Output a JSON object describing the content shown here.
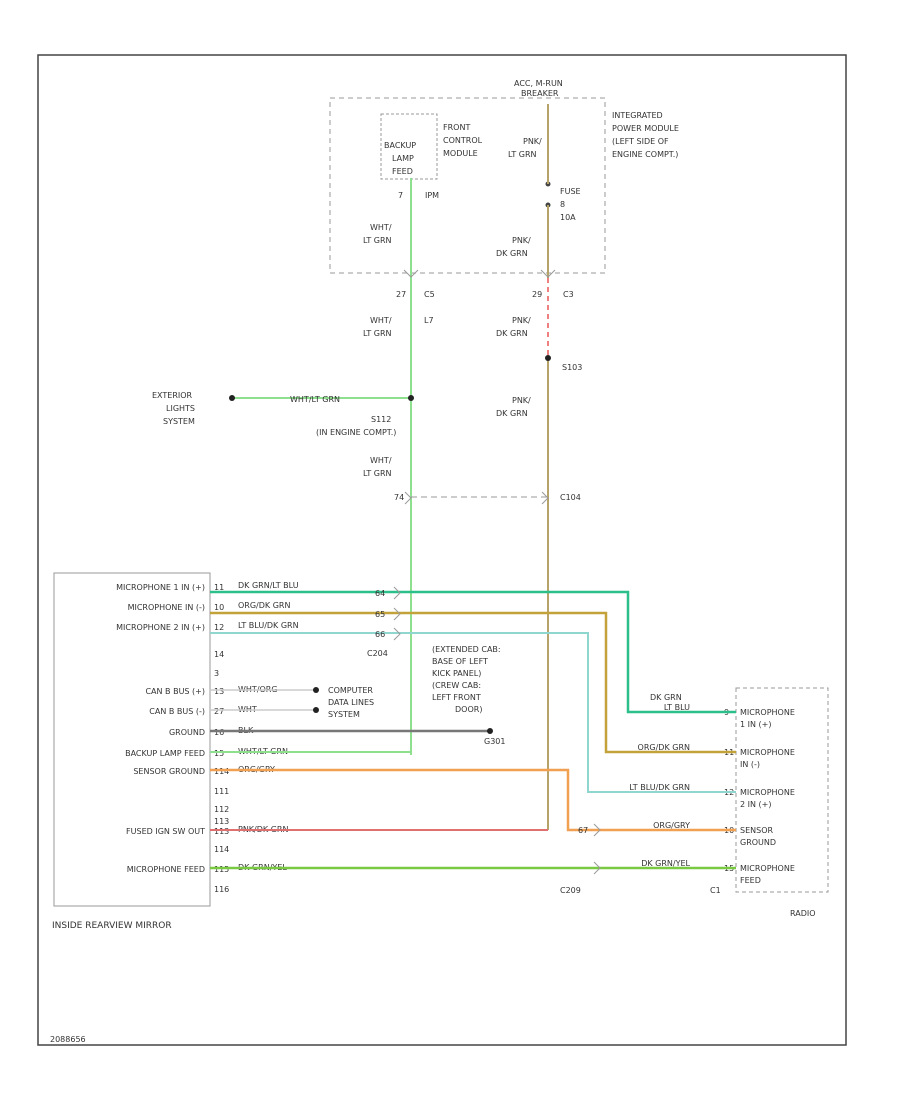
{
  "colors": {
    "frame": "#444444",
    "dash": "#999999",
    "lt_grn": "#8ee08e",
    "pnk_dk_grn": "#b5a36a",
    "red_dash": "#f08080",
    "dk_grn_lt_blu": "#2bbf8a",
    "lt_blu_dk_grn": "#8fd6cf",
    "org_dk_grn": "#c4a23a",
    "org_gry": "#f0a050",
    "pnk_dk_grn2": "#e07070",
    "dk_grn_yel": "#7ac943",
    "gry_wht": "#777777",
    "white": "#cccccc",
    "teal": "#20b2aa"
  },
  "ipm": {
    "top_label": [
      "ACC, M-RUN",
      "BREAKER"
    ],
    "module_label": [
      "INTEGRATED",
      "POWER MODULE",
      "(LEFT SIDE OF",
      "ENGINE COMPT.)"
    ],
    "fcm_label": [
      "FRONT",
      "CONTROL",
      "MODULE"
    ],
    "relay_label": [
      "BACKUP",
      "LAMP",
      "FEED"
    ],
    "relay_pin": "7",
    "relay_pin2": "IPM",
    "fuse_label": [
      "FUSE",
      "8",
      "10A"
    ],
    "wire_pnk_lt_grn": [
      "PNK/",
      "LT GRN"
    ],
    "wire_wht_lt_grn_1": [
      "WHT/",
      "LT GRN"
    ],
    "wire_pnk_dk_grn_1": [
      "PNK/",
      "DK GRN"
    ]
  },
  "connectors": {
    "c5_pin": "27",
    "c5": "C5",
    "c3_pin": "29",
    "c3": "C3",
    "s103": "S103",
    "s112": [
      "S112",
      "(IN ENGINE COMPT.)"
    ],
    "l7": "L7",
    "c104_pin": "74",
    "c104": "C104",
    "c204": "C204",
    "c209": "C209",
    "c3_radio": "C1"
  },
  "wires": {
    "wht_lt_grn_2": [
      "WHT/",
      "LT GRN"
    ],
    "pnk_dk_grn_2": [
      "PNK/",
      "DK GRN"
    ],
    "pnk_dk_grn_3": [
      "PNK/",
      "DK GRN"
    ],
    "wht_lt_grn_3": [
      "WHT/",
      "LT GRN"
    ],
    "wht_lt_grn_ext": "WHT/LT GRN"
  },
  "exterior": [
    "EXTERIOR",
    "LIGHTS",
    "SYSTEM"
  ],
  "mirror": {
    "title": "INSIDE REARVIEW MIRROR",
    "pins": [
      {
        "label": "MICROPHONE 1 IN (+)",
        "pin": "11",
        "wire": "DK GRN/LT BLU",
        "color": "#2bbf8a"
      },
      {
        "label": "MICROPHONE IN (-)",
        "pin": "10",
        "wire": "ORG/DK GRN",
        "color": "#c4a23a"
      },
      {
        "label": "MICROPHONE 2 IN (+)",
        "pin": "12",
        "wire": "LT BLU/DK GRN",
        "color": "#8fd6cf"
      },
      {
        "label": "",
        "pin": "14",
        "wire": "",
        "color": ""
      },
      {
        "label": "",
        "pin": "3",
        "wire": "",
        "color": ""
      },
      {
        "label": "CAN B BUS (+)",
        "pin": "13",
        "wire": "WHT/ORG",
        "color": "#cccccc"
      },
      {
        "label": "CAN B BUS (-)",
        "pin": "27",
        "wire": "WHT",
        "color": "#cccccc"
      },
      {
        "label": "GROUND",
        "pin": "16",
        "wire": "BLK",
        "color": "#777777"
      },
      {
        "label": "BACKUP LAMP FEED",
        "pin": "15",
        "wire": "WHT/LT GRN",
        "color": "#8ee08e"
      },
      {
        "label": "SENSOR GROUND",
        "pin": "114",
        "wire": "ORG/GRY",
        "color": "#f0a050"
      },
      {
        "label": "",
        "pin": "111",
        "wire": "",
        "color": ""
      },
      {
        "label": "",
        "pin": "112",
        "wire": "",
        "color": ""
      },
      {
        "label": "",
        "pin": "113",
        "wire": "",
        "color": ""
      },
      {
        "label": "FUSED IGN SW OUT",
        "pin": "113",
        "wire": "PNK/DK GRN",
        "color": "#e07070"
      },
      {
        "label": "",
        "pin": "114",
        "wire": "",
        "color": ""
      },
      {
        "label": "MICROPHONE FEED",
        "pin": "115",
        "wire": "DK GRN/YEL",
        "color": "#7ac943"
      },
      {
        "label": "",
        "pin": "116",
        "wire": "",
        "color": ""
      }
    ]
  },
  "c204_pins": [
    "64",
    "65",
    "66"
  ],
  "c209_pin": "67",
  "computer_label": [
    "COMPUTER",
    "DATA LINES",
    "SYSTEM"
  ],
  "ground_label": [
    "(EXTENDED CAB:",
    "BASE OF LEFT",
    "KICK PANEL)",
    "(CREW CAB:",
    "LEFT FRONT",
    "DOOR)"
  ],
  "g301": "G301",
  "radio": {
    "title": "RADIO",
    "wire_dk_grn": "DK GRN",
    "pins": [
      {
        "label": [
          "MICROPHONE",
          "1 IN (+)"
        ],
        "pin": "9",
        "wire": "LT BLU"
      },
      {
        "label": [
          "MICROPHONE",
          "IN (-)"
        ],
        "pin": "11",
        "wire": "ORG/DK GRN"
      },
      {
        "label": [
          "MICROPHONE",
          "2 IN (+)"
        ],
        "pin": "12",
        "wire": "LT BLU/DK GRN"
      },
      {
        "label": [
          "SENSOR",
          "GROUND"
        ],
        "pin": "10",
        "wire": "ORG/GRY"
      },
      {
        "label": [
          "MICROPHONE",
          "FEED"
        ],
        "pin": "15",
        "wire": "DK GRN/YEL"
      }
    ]
  },
  "footer_id": "2088656"
}
